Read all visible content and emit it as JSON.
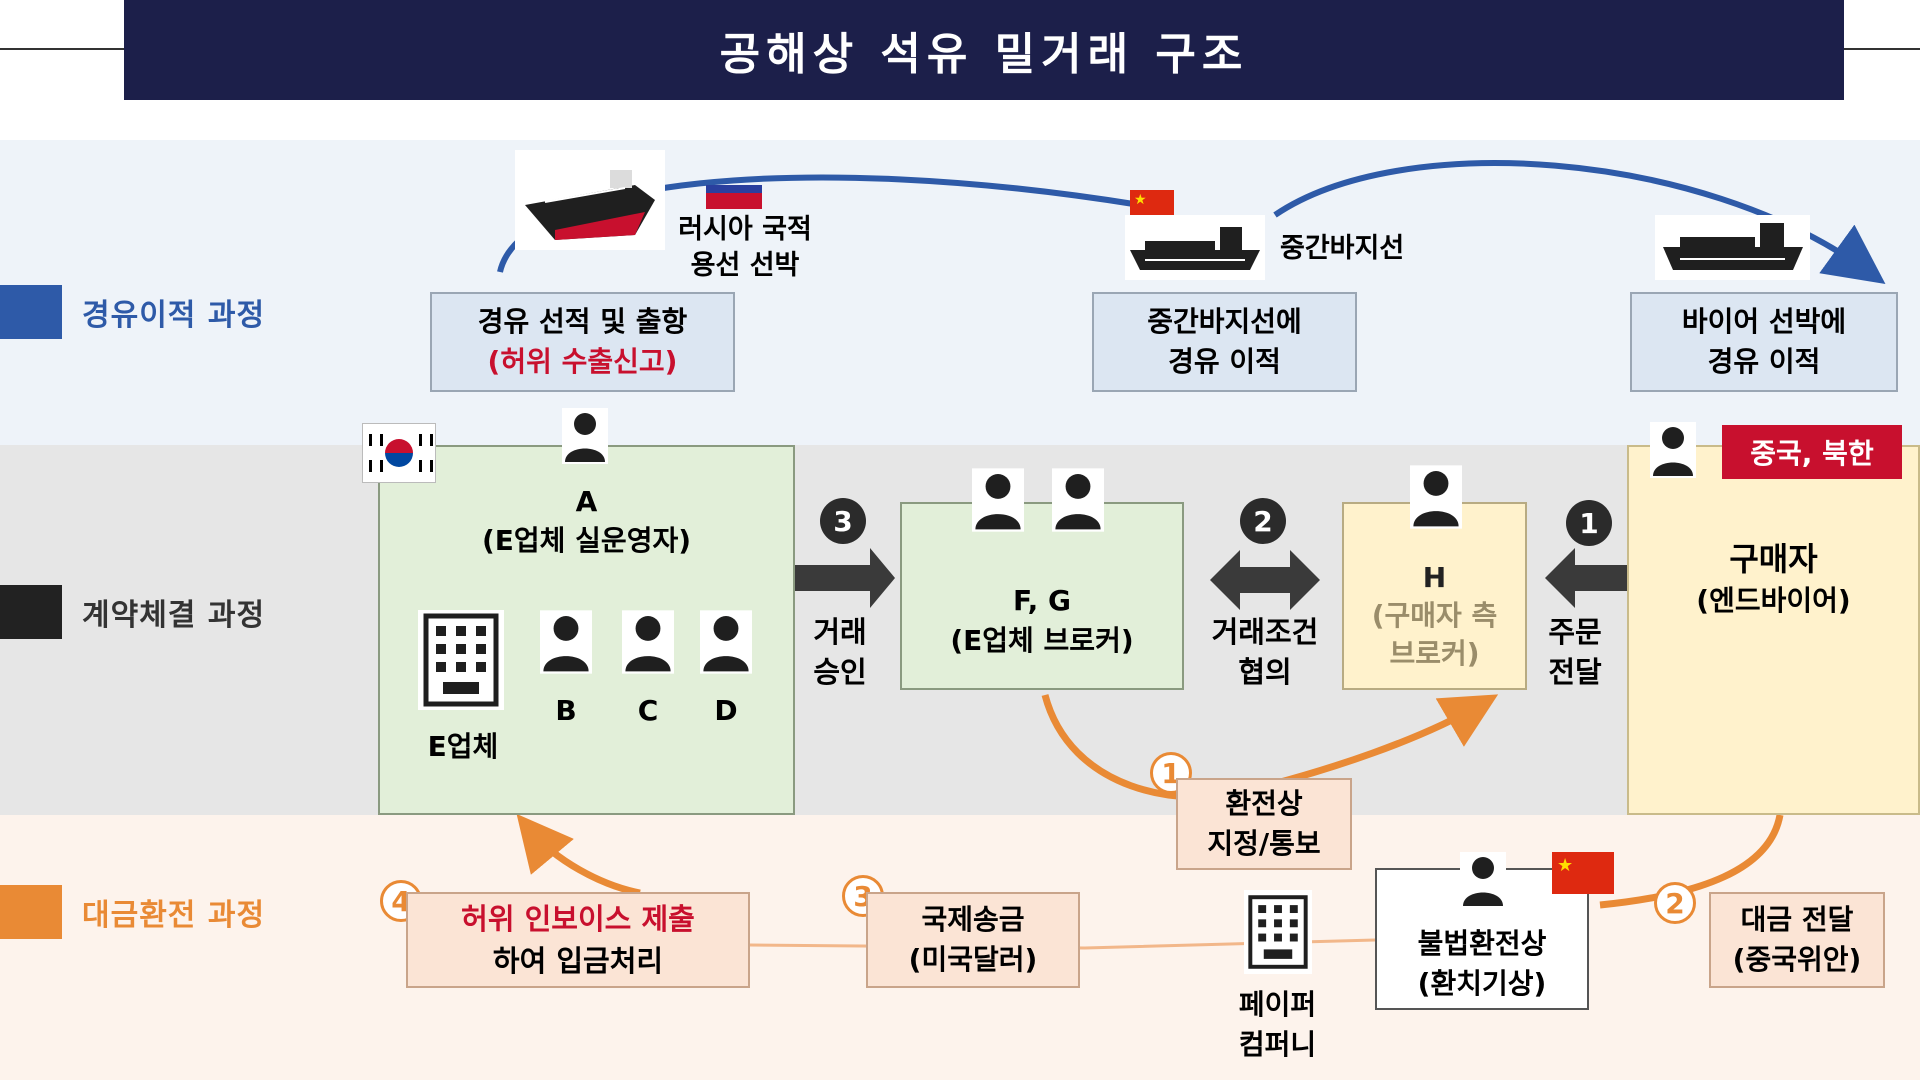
{
  "title": "공해상 석유 밀거래 구조",
  "rows": {
    "transfer": {
      "label": "경유이적 과정",
      "color": "#2e5aa8"
    },
    "contract": {
      "label": "계약체결 과정",
      "color": "#222222"
    },
    "payment": {
      "label": "대금환전 과정",
      "color": "#e98a35"
    }
  },
  "ships": {
    "russia_ship": {
      "line1": "러시아 국적",
      "line2": "용선 선박"
    },
    "barge": {
      "label": "중간바지선"
    }
  },
  "transfer_boxes": {
    "loading": {
      "line1": "경유 선적 및 출항",
      "line2": "(허위 수출신고)"
    },
    "barge_transfer": {
      "line1": "중간바지선에",
      "line2": "경유 이적"
    },
    "buyer_transfer": {
      "line1": "바이어 선박에",
      "line2": "경유 이적"
    }
  },
  "contract": {
    "a_box": {
      "name": "A",
      "role": "(E업체 실운영자)",
      "company": "E업체",
      "b": "B",
      "c": "C",
      "d": "D"
    },
    "fg_box": {
      "name": "F, G",
      "role": "(E업체 브로커)"
    },
    "h_box": {
      "name": "H",
      "line1": "(구매자 측",
      "line2": "브로커)"
    },
    "buyer_box": {
      "name": "구매자",
      "role": "(엔드바이어)",
      "badge": "중국, 북한"
    },
    "step3": {
      "num": "3",
      "line1": "거래",
      "line2": "승인"
    },
    "step2": {
      "num": "2",
      "line1": "거래조건",
      "line2": "협의"
    },
    "step1": {
      "num": "1",
      "line1": "주문",
      "line2": "전달"
    },
    "exchange_notice": {
      "num": "1",
      "line1": "환전상",
      "line2": "지정/통보"
    }
  },
  "payment": {
    "invoice": {
      "num": "4",
      "line1": "허위 인보이스 제출",
      "line2": "하여 입금처리"
    },
    "remit": {
      "num": "3",
      "line1": "국제송금",
      "line2": "(미국달러)"
    },
    "paper": {
      "line1": "페이퍼",
      "line2": "컴퍼니"
    },
    "exchanger": {
      "line1": "불법환전상",
      "line2": "(환치기상)"
    },
    "delivery": {
      "num": "2",
      "line1": "대금 전달",
      "line2": "(중국위안)"
    }
  },
  "colors": {
    "title_bg": "#1c1f4a",
    "green_box": "#e2efd9",
    "yellow_box": "#fff2cc",
    "blue_box": "#dce6f2",
    "orange_box": "#fbe4d5",
    "accent_red": "#c8102e",
    "orange": "#e98a35",
    "blue_arrow": "#2e5aa8"
  }
}
